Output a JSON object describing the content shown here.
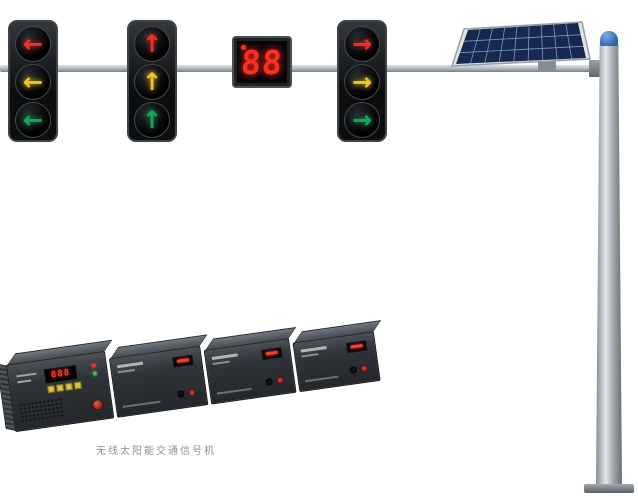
{
  "caption": "无线太阳能交通信号机",
  "countdown": {
    "value": "88",
    "color": "#ff2d1e"
  },
  "signal_heads": [
    {
      "name": "left-turn-signal",
      "glyph": "←",
      "lights": [
        {
          "name": "red",
          "color": "#ee3226"
        },
        {
          "name": "yellow",
          "color": "#f2c51d"
        },
        {
          "name": "green",
          "color": "#17a65a"
        }
      ]
    },
    {
      "name": "straight-signal",
      "glyph": "↑",
      "lights": [
        {
          "name": "red",
          "color": "#ee3226"
        },
        {
          "name": "yellow",
          "color": "#f2c51d"
        },
        {
          "name": "green",
          "color": "#17a65a"
        }
      ]
    },
    {
      "name": "right-turn-signal",
      "glyph": "→",
      "lights": [
        {
          "name": "red",
          "color": "#ee3226"
        },
        {
          "name": "yellow",
          "color": "#f2c51d"
        },
        {
          "name": "green",
          "color": "#17a65a"
        }
      ]
    }
  ],
  "solar_panel": {
    "cell_color": "#17294e",
    "frame_color": "#e0e4e7"
  },
  "rack": {
    "display_value": "888",
    "display_color": "#ff3b2a"
  }
}
